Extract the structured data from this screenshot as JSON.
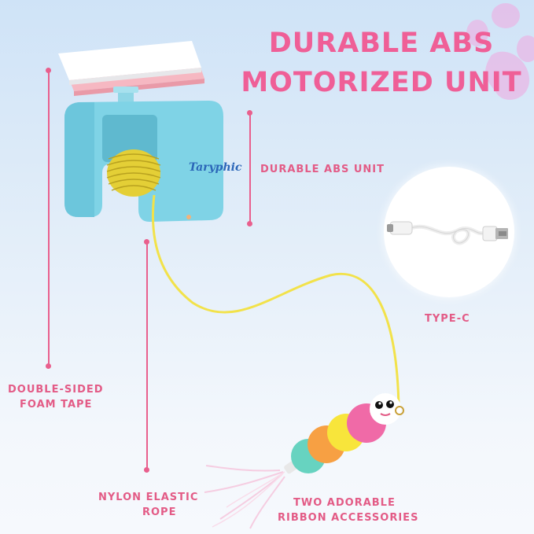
{
  "headline": {
    "line1": "DURABLE ABS",
    "line2": "MOTORIZED UNIT"
  },
  "brand": {
    "logo_text": "Taryphic"
  },
  "callouts": {
    "unit": "DURABLE ABS  UNIT",
    "connector": "TYPE-C",
    "tape_line1": "DOUBLE-SIDED",
    "tape_line2": "FOAM TAPE",
    "rope_line1": "NYLON ELASTIC",
    "rope_line2": "ROPE",
    "ribbon_line1": "TWO ADORABLE",
    "ribbon_line2": "RIBBON ACCESSORIES"
  },
  "icons": {
    "decoration": "paw-print-icon",
    "cable": "usb-type-c-cable-icon"
  },
  "colors": {
    "accent_pink": "#ef5f97",
    "callout_pink": "#e35b86",
    "unit_blue": "#7fd3e6",
    "rope_yellow": "#f2e24a",
    "plate_pink": "#f6b8c2"
  }
}
